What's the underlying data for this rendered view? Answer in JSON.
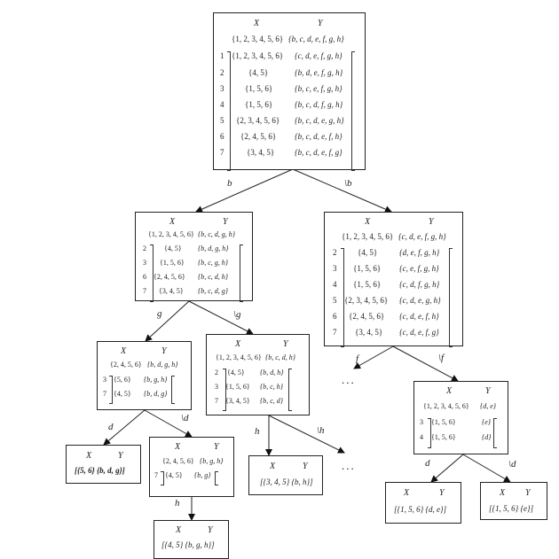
{
  "root": {
    "x_header": "X",
    "y_header": "Y",
    "x_all": "{1, 2, 3, 4, 5, 6}",
    "y_all": "{b, c, d, e, f, g, h}",
    "rows": [
      {
        "idx": "1",
        "x": "{1, 2, 3, 4, 5, 6}",
        "y": "{c, d, e, f, g, h}"
      },
      {
        "idx": "2",
        "x": "{4, 5}",
        "y": "{b, d, e, f, g, h}"
      },
      {
        "idx": "3",
        "x": "{1, 5, 6}",
        "y": "{b, c, e, f, g, h}"
      },
      {
        "idx": "4",
        "x": "{1, 5, 6}",
        "y": "{b, c, d, f, g, h}"
      },
      {
        "idx": "5",
        "x": "{2, 3, 4, 5, 6}",
        "y": "{b, c, d, e, g, h}"
      },
      {
        "idx": "6",
        "x": "{2, 4, 5, 6}",
        "y": "{b, c, d, e, f, h}"
      },
      {
        "idx": "7",
        "x": "{3, 4, 5}",
        "y": "{b, c, d, e, f, g}"
      }
    ]
  },
  "node_b": {
    "x_header": "X",
    "y_header": "Y",
    "x_all": "{1, 2, 3, 4, 5, 6}",
    "y_all": "{b, c, d, g, h}",
    "rows": [
      {
        "idx": "2",
        "x": "{4, 5}",
        "y": "{b, d, g, h}"
      },
      {
        "idx": "3",
        "x": "{1, 5, 6}",
        "y": "{b, c, g, h}"
      },
      {
        "idx": "6",
        "x": "{2, 4, 5, 6}",
        "y": "{b, c, d, h}"
      },
      {
        "idx": "7",
        "x": "{3, 4, 5}",
        "y": "{b, c, d, g}"
      }
    ]
  },
  "node_not_b": {
    "x_header": "X",
    "y_header": "Y",
    "x_all": "{1, 2, 3, 4, 5, 6}",
    "y_all": "{c, d, e, f, g, h}",
    "rows": [
      {
        "idx": "2",
        "x": "{4, 5}",
        "y": "{d, e, f, g, h}"
      },
      {
        "idx": "3",
        "x": "{1, 5, 6}",
        "y": "{c, e, f, g, h}"
      },
      {
        "idx": "4",
        "x": "{1, 5, 6}",
        "y": "{c, d, f, g, h}"
      },
      {
        "idx": "5",
        "x": "{2, 3, 4, 5, 6}",
        "y": "{c, d, e, g, h}"
      },
      {
        "idx": "6",
        "x": "{2, 4, 5, 6}",
        "y": "{c, d, e, f, h}"
      },
      {
        "idx": "7",
        "x": "{3, 4, 5}",
        "y": "{c, d, e, f, g}"
      }
    ]
  },
  "node_g": {
    "x_header": "X",
    "y_header": "Y",
    "x_all": "{2, 4, 5, 6}",
    "y_all": "{b, d, g, h}",
    "rows": [
      {
        "idx": "3",
        "x": "{5, 6}",
        "y": "{b, g, h}"
      },
      {
        "idx": "7",
        "x": "{4, 5}",
        "y": "{b, d, g}"
      }
    ]
  },
  "node_not_g": {
    "x_header": "X",
    "y_header": "Y",
    "x_all": "{1, 2, 3, 4, 5, 6}",
    "y_all": "{b, c, d, h}",
    "rows": [
      {
        "idx": "2",
        "x": "{4, 5}",
        "y": "{b, d, h}"
      },
      {
        "idx": "3",
        "x": "{1, 5, 6}",
        "y": "{b, c, h}"
      },
      {
        "idx": "7",
        "x": "{3, 4, 5}",
        "y": "{b, c, d}"
      }
    ]
  },
  "leaf_g_d": {
    "x_header": "X",
    "y_header": "Y",
    "concept": "[{5, 6} {b, d, g}]"
  },
  "node_g_not_d": {
    "x_header": "X",
    "y_header": "Y",
    "x_all": "{2, 4, 5, 6}",
    "y_all": "{b, g, h}",
    "rows": [
      {
        "idx": "7",
        "x": "{4, 5}",
        "y": "{b, g}"
      }
    ]
  },
  "leaf_g_not_d_h": {
    "x_header": "X",
    "y_header": "Y",
    "concept": "[{4, 5} {b, g, h}]"
  },
  "leaf_not_g_h": {
    "x_header": "X",
    "y_header": "Y",
    "concept": "[{3, 4, 5} {b, h}]"
  },
  "node_not_f": {
    "x_header": "X",
    "y_header": "Y",
    "x_all": "{1, 2, 3, 4, 5, 6}",
    "y_all": "{d, e}",
    "rows": [
      {
        "idx": "3",
        "x": "{1, 5, 6}",
        "y": "{e}"
      },
      {
        "idx": "4",
        "x": "{1, 5, 6}",
        "y": "{d}"
      }
    ]
  },
  "leaf_not_f_d": {
    "x_header": "X",
    "y_header": "Y",
    "concept": "[{1, 5, 6} {d, e}]"
  },
  "leaf_not_f_not_d": {
    "x_header": "X",
    "y_header": "Y",
    "concept": "[{1, 5, 6} {e}]"
  },
  "edges": {
    "b": "b",
    "not_b": "\\b",
    "g": "g",
    "not_g": "\\g",
    "d": "d",
    "not_d": "\\d",
    "h": "h",
    "not_h": "\\h",
    "f": "f",
    "not_f": "\\f",
    "d2": "d",
    "not_d2": "\\d",
    "h2": "h"
  },
  "ellipsis": "..."
}
